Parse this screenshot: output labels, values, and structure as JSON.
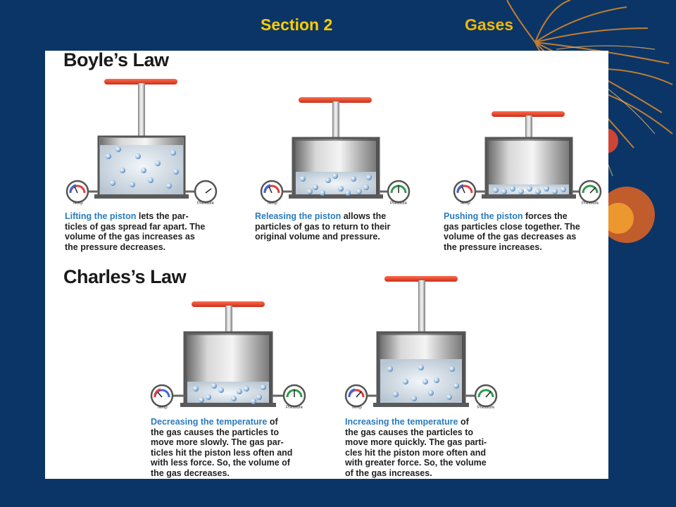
{
  "slide": {
    "section_label": "Section 2",
    "topic_label": "Gases"
  },
  "boyle": {
    "title": "Boyle’s Law",
    "panels": [
      {
        "highlight": "Lifting the piston",
        "lines": [
          " lets the par-",
          "ticles of gas spread far apart. The",
          "volume of the gas increases as",
          "the pressure decreases."
        ]
      },
      {
        "highlight": "Releasing the piston",
        "lines": [
          " allows the",
          "particles of gas to return to their",
          "original volume and pressure."
        ]
      },
      {
        "highlight": "Pushing the piston",
        "lines": [
          " forces the",
          "gas particles close together. The",
          "volume of the gas decreases as",
          "the pressure increases."
        ]
      }
    ]
  },
  "charles": {
    "title": "Charles’s Law",
    "panels": [
      {
        "highlight": "Decreasing the temperature",
        "lines": [
          " of",
          "the gas causes the particles to",
          "move more slowly. The gas par-",
          "ticles hit the piston less often and",
          "with less force. So, the volume of",
          "the gas decreases."
        ]
      },
      {
        "highlight": "Increasing the temperature",
        "lines": [
          " of",
          "the gas causes the particles to",
          "move more quickly. The gas parti-",
          "cles hit the piston more often and",
          "with greater force. So, the volume",
          "of the gas increases."
        ]
      }
    ]
  },
  "gauges": {
    "temp_label": "Temp",
    "pressure_label": "Pressure"
  }
}
